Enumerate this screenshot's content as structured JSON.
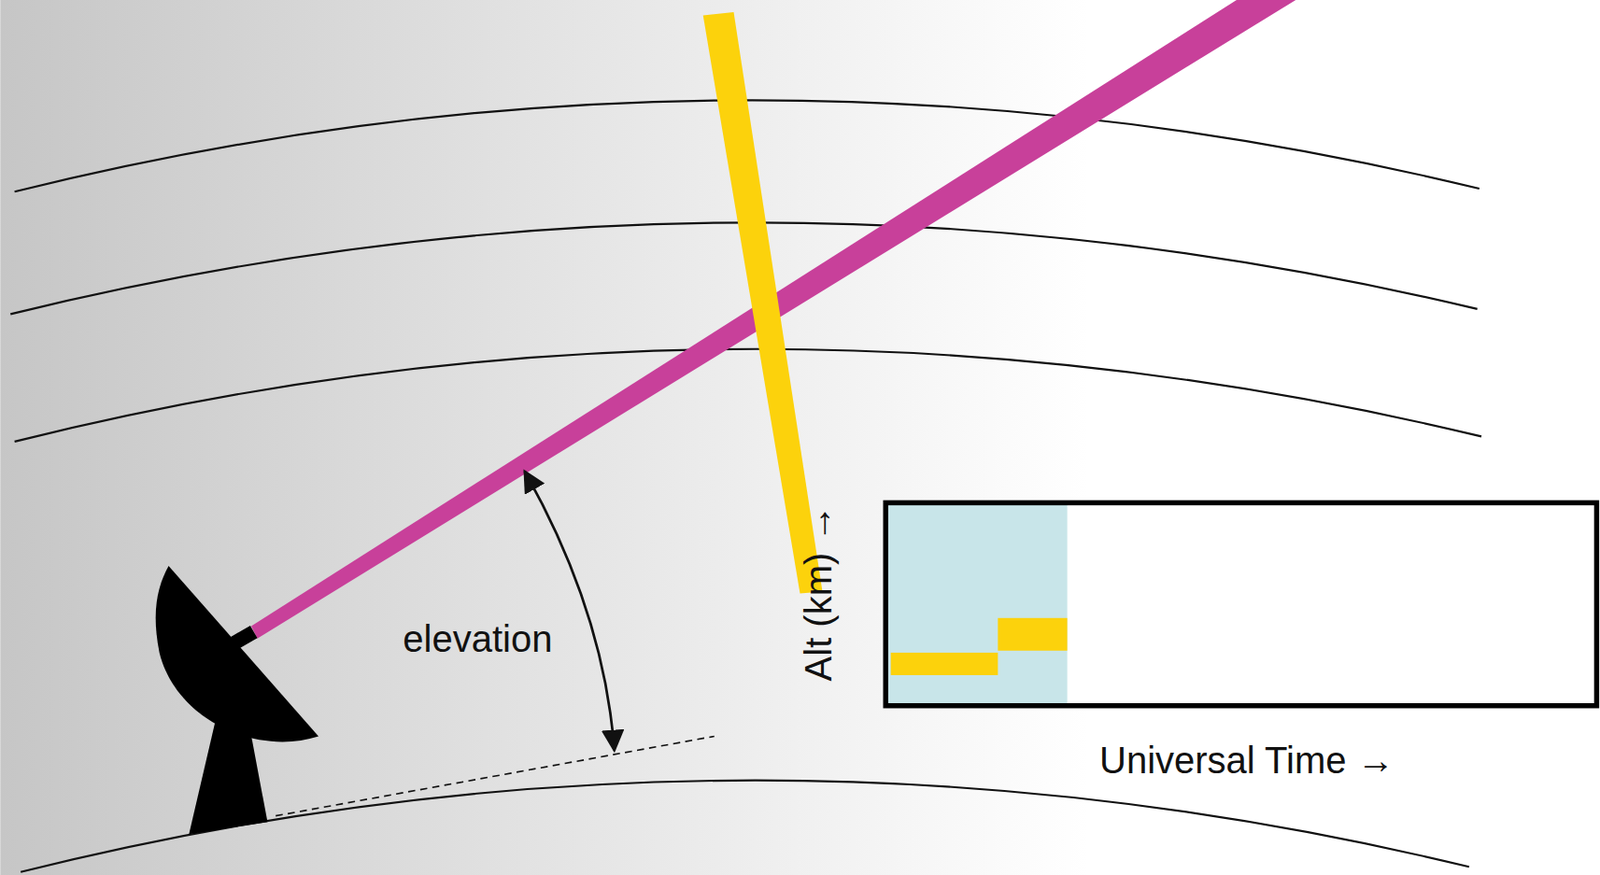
{
  "diagram": {
    "labels": [
      "elevation",
      "Alt (km) →",
      "Universal Time →"
    ]
  }
}
